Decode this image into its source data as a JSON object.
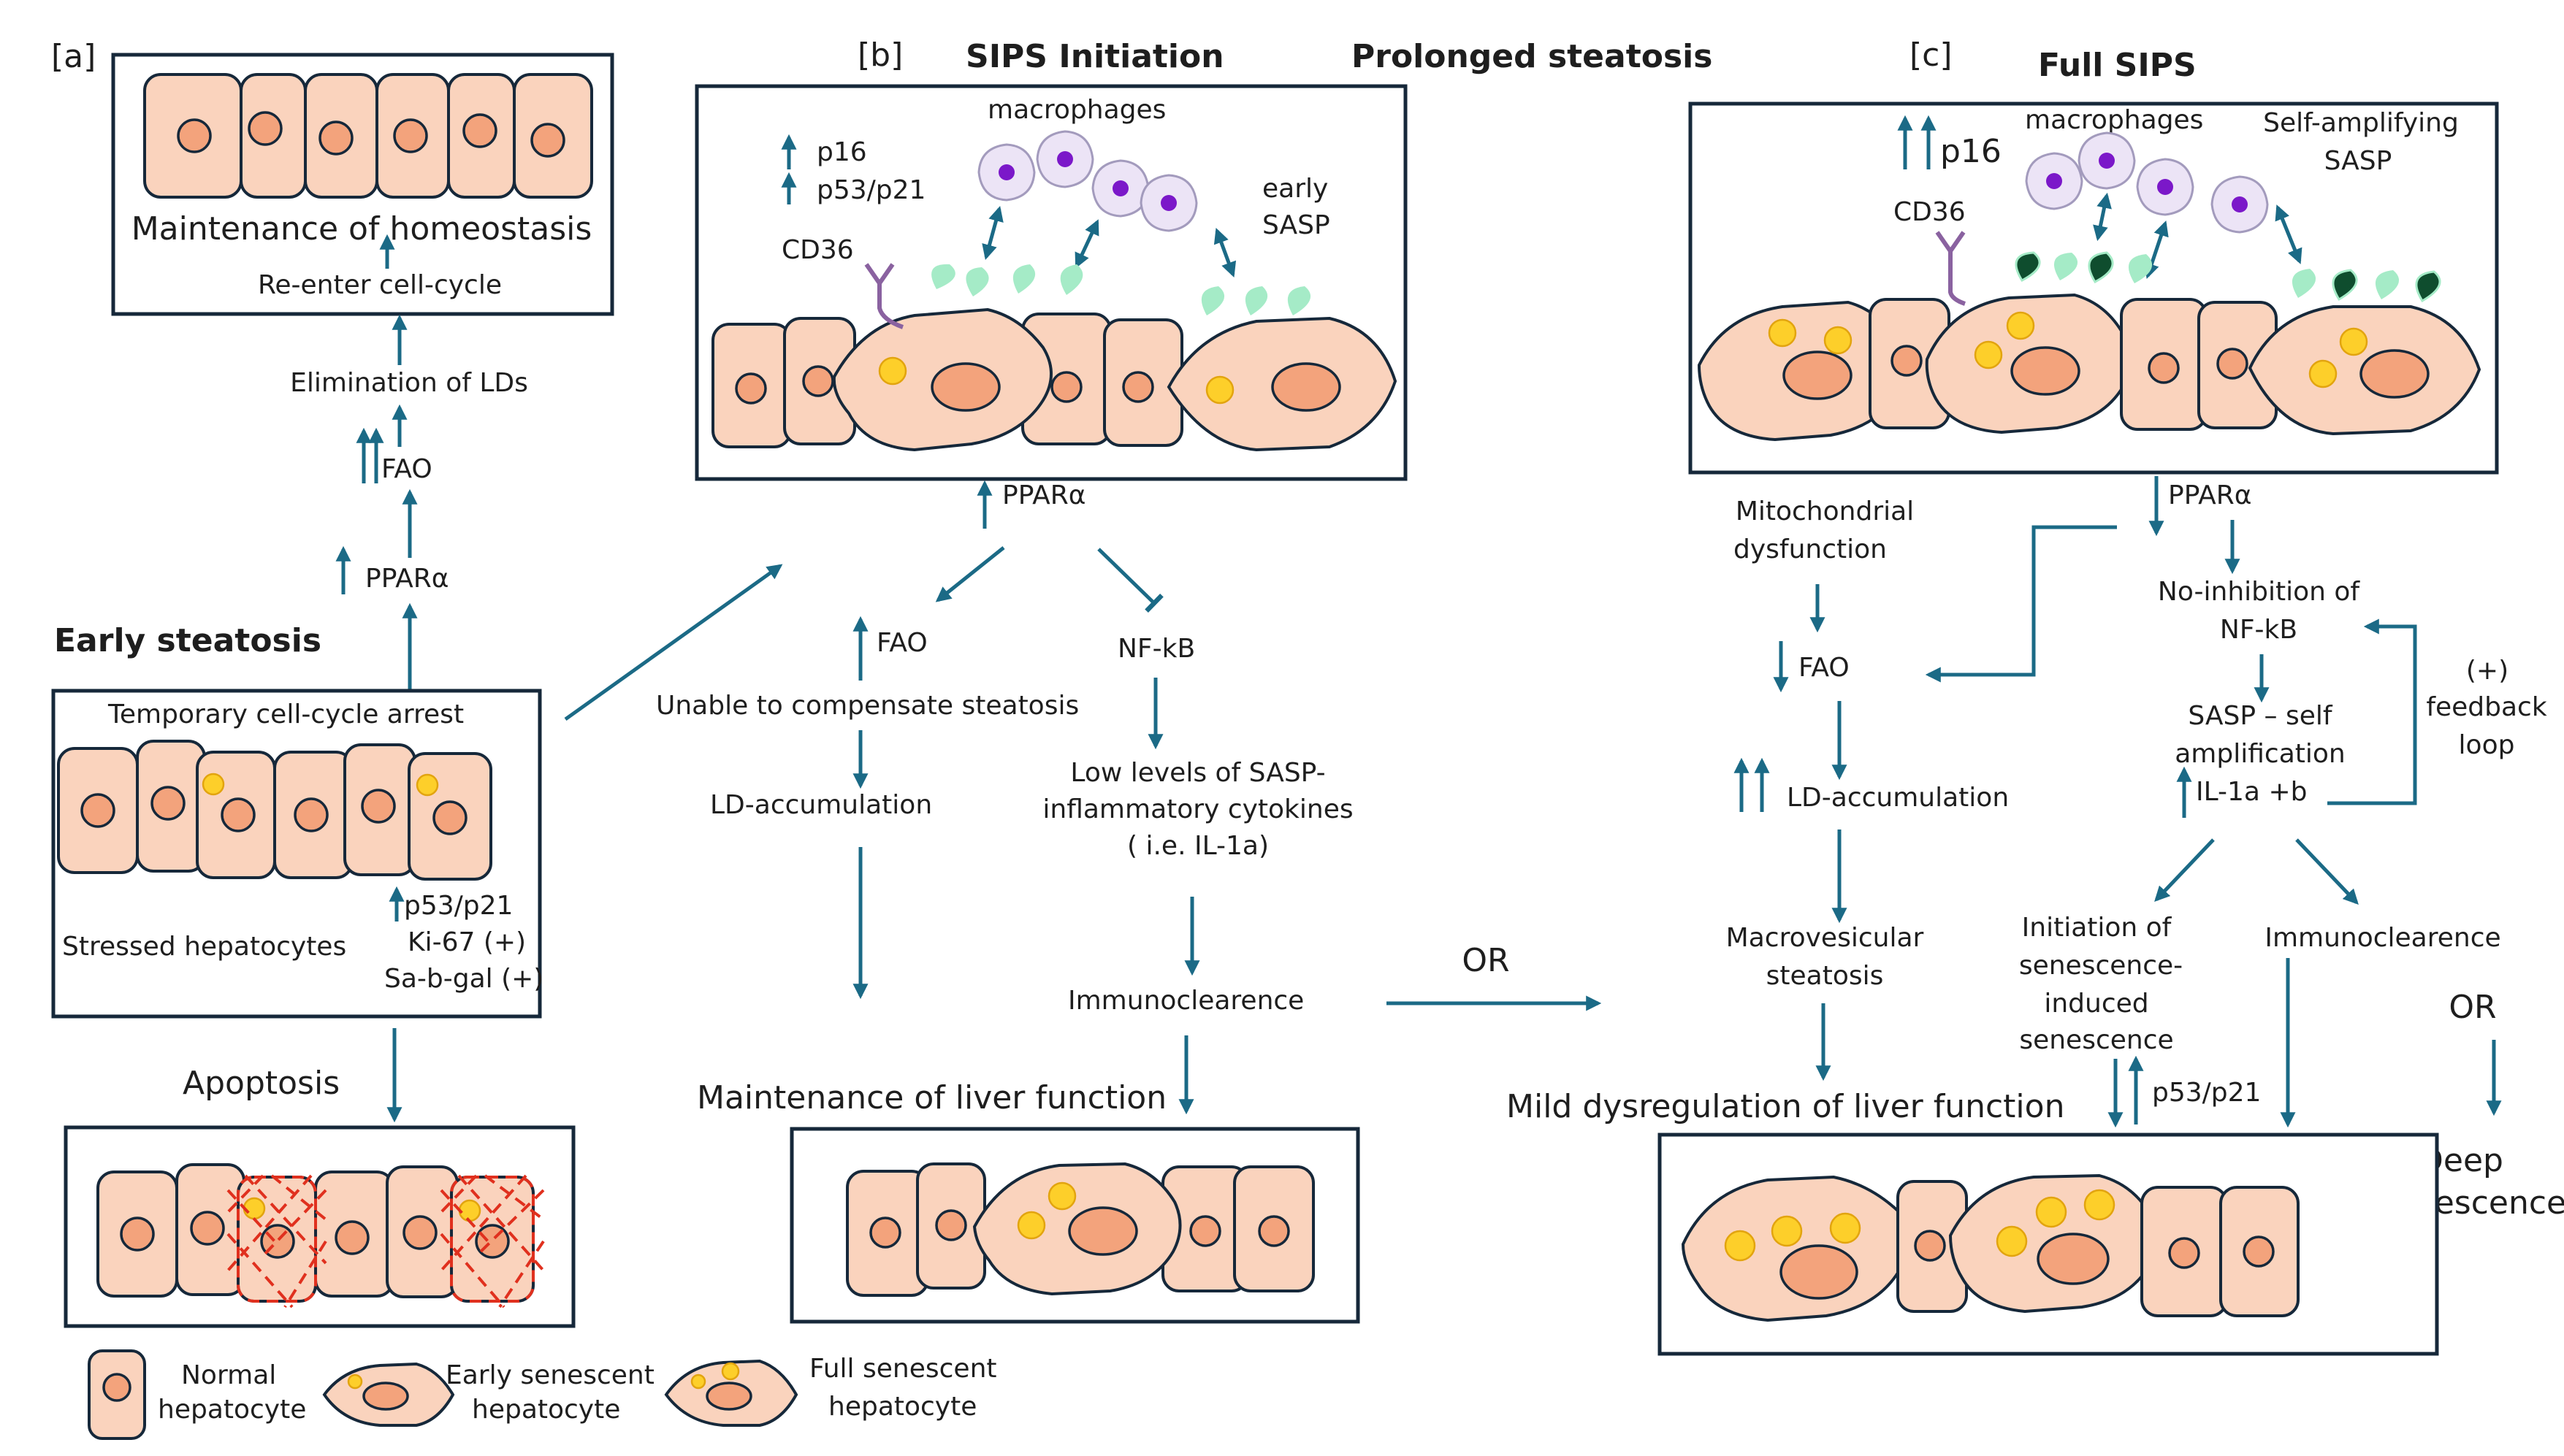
{
  "colors": {
    "arrow": "#1b6a86",
    "box_border": "#16283a",
    "cell_fill": "#fad3bd",
    "nucleus_fill": "#f3a37c",
    "lipid_droplet": "#fdcf2a",
    "sasp_light": "#a5ebc7",
    "sasp_dark": "#0f4d2e",
    "macrophage_body": "#ece4f6",
    "macrophage_nucleus": "#7b18c9",
    "cd36_receptor": "#8a62a0",
    "apoptosis_marks": "#e0301e"
  },
  "title": "Prolonged steatosis",
  "panel_a": {
    "tag": "[a]",
    "homeostasis": "Maintenance of homeostasis",
    "reenter": "Re-enter cell-cycle",
    "elimination": "Elimination of LDs",
    "fao": "FAO",
    "ppar": "PPARα",
    "early_steatosis": "Early steatosis",
    "temporary_arrest": "Temporary cell-cycle arrest",
    "markers": [
      "p53/p21",
      "Ki-67 (+)",
      "Sa-b-gal (+)"
    ],
    "stressed": "Stressed hepatocytes",
    "apoptosis": "Apoptosis"
  },
  "panel_b": {
    "tag": "[b]",
    "title": "SIPS Initiation",
    "markers": [
      "p16",
      "p53/p21"
    ],
    "cd36": "CD36",
    "macrophages": "macrophages",
    "early_sasp": [
      "early",
      "SASP"
    ],
    "ppar": "PPARα",
    "fao": "FAO",
    "nfkb": "NF-kB",
    "unable": "Unable to compensate steatosis",
    "ld_accumulation": "LD-accumulation",
    "low_levels": [
      "Low levels of SASP-",
      "inflammatory cytokines",
      "( i.e. IL-1a)"
    ],
    "immunoclearence": "Immunoclearence",
    "or": "OR",
    "maintenance_liver": "Maintenance of liver function"
  },
  "panel_c": {
    "tag": "[c]",
    "title": "Full SIPS",
    "p16": "p16",
    "cd36": "CD36",
    "macrophages": "macrophages",
    "self_amp_sasp": [
      "Self-amplifying",
      "SASP"
    ],
    "ppar": "PPARα",
    "mito": [
      "Mitochondrial",
      "dysfunction"
    ],
    "fao": "FAO",
    "ld_accumulation": "LD-accumulation",
    "macrovesicular": [
      "Macrovesicular",
      "steatosis"
    ],
    "mild_dysreg": "Mild dysregulation of liver function",
    "no_inhibition": [
      "No-inhibition of",
      "NF-kB"
    ],
    "sasp_self": [
      "SASP – self",
      "amplification"
    ],
    "il1": "IL-1a +b",
    "feedback": [
      "(+)",
      "feedback",
      "loop"
    ],
    "initiation": [
      "Initiation of",
      "senescence-",
      "induced",
      "senescence"
    ],
    "p53p21": "p53/p21",
    "immunoclearence": "Immunoclearence",
    "or": "OR",
    "deep": [
      "Deep",
      "senescence"
    ]
  },
  "legend": {
    "normal": [
      "Normal",
      "hepatocyte"
    ],
    "early": [
      "Early senescent",
      "hepatocyte"
    ],
    "full": [
      "Full senescent",
      "hepatocyte"
    ]
  }
}
